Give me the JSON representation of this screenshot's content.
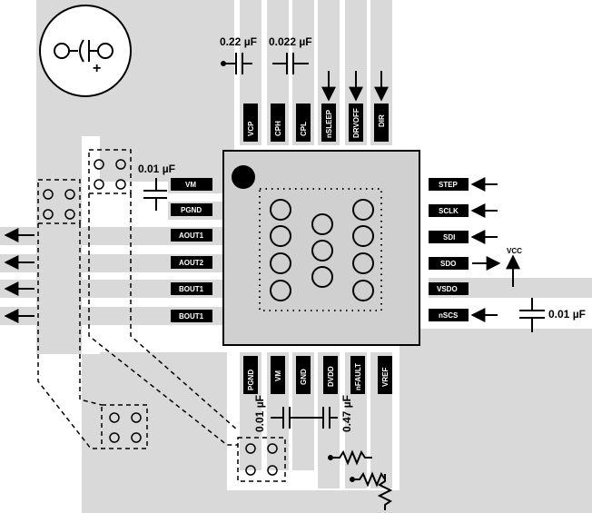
{
  "colors": {
    "copper": "#d9d9d9",
    "pin": "#000000",
    "pin_text": "#ffffff",
    "ink": "#000000"
  },
  "capacitors": {
    "c1": "0.22 µF",
    "c2": "0.022 µF",
    "c3": "0.01 µF",
    "c4": "0.01 µF",
    "c5": "0.01 µF",
    "c6": "0.47 µF"
  },
  "pins": {
    "top": [
      "VCP",
      "CPH",
      "CPL",
      "nSLEEP",
      "DRVOFF",
      "DIR"
    ],
    "left": [
      "VM",
      "PGND",
      "AOUT1",
      "AOUT2",
      "BOUT1",
      "BOUT1"
    ],
    "right": [
      "STEP",
      "SCLK",
      "SDI",
      "SDO",
      "VSDO",
      "nSCS"
    ],
    "bottom": [
      "PGND",
      "VM",
      "GND",
      "DVDD",
      "nFAULT",
      "VREF"
    ]
  },
  "vcc_label": "VCC",
  "battery_plus": "+"
}
